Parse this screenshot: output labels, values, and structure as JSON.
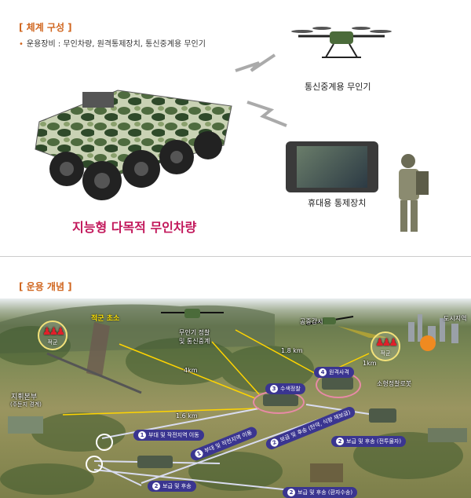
{
  "system": {
    "title": "[ 체계 구성 ]",
    "bullet": "운용장비 : 무인차량, 원격통제장치, 통신중계용 무인기",
    "drone_caption": "통신중계용 무인기",
    "controller_caption": "휴대용 통제장치",
    "vehicle_caption": "지능형 다목적 무인차량"
  },
  "operation": {
    "title": "[ 운용 개념 ]",
    "labels": {
      "enemy_post": "적군 초소",
      "enemy": "적군",
      "enemy2": "적군",
      "uav_recon": "무인기 정찰\n및 통신중계",
      "air_watch": "공중감시",
      "urban": "도시지역",
      "hq": "지휘본부",
      "hq_sub": "(주둔지 경계)",
      "robot": "소형정찰로봇",
      "d4": "4km",
      "d18": "1.8 km",
      "d1": "1km",
      "d16": "1.6 km"
    },
    "steps": [
      {
        "num": "4",
        "label": "원격사격"
      },
      {
        "num": "3",
        "label": "수색정찰"
      },
      {
        "num": "1",
        "label": "부대 및  작전지역 이동"
      },
      {
        "num": "1",
        "label": "부대 및  작전지역 이동"
      },
      {
        "num": "2",
        "label": "보급 및 후송 (탄약, 식량 재보급)"
      },
      {
        "num": "2",
        "label": "보급 및 후송 (전투물자)"
      },
      {
        "num": "2",
        "label": "보급 및 후송"
      },
      {
        "num": "2",
        "label": "보급 및 후송 (환자수송)"
      }
    ]
  },
  "colors": {
    "accent": "#d0651e",
    "vehicle_title": "#c2185b",
    "step_pill": "#3a3590",
    "distance": "#ffe200"
  }
}
